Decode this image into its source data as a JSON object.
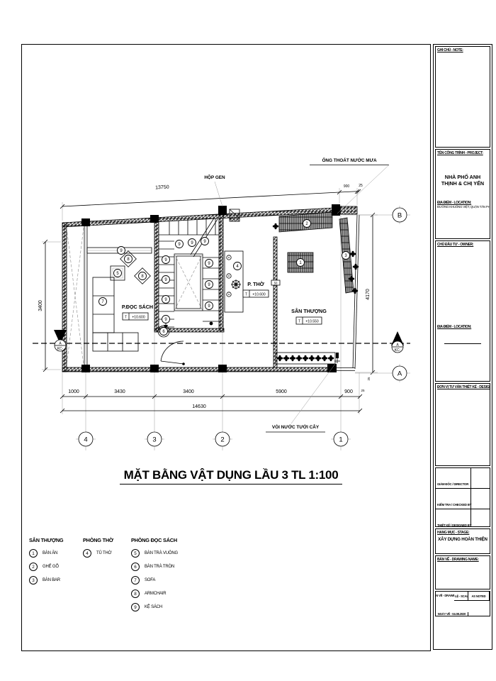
{
  "plan": {
    "title": "MẶT BẰNG VẬT DỤNG LẦU 3  TL 1:100",
    "rooms": {
      "reading": {
        "name": "P.ĐỌC SÁCH",
        "level_prefix": "T",
        "level": "+10.600"
      },
      "worship": {
        "name": "P. THỜ",
        "level_prefix": "T",
        "level": "+10.600"
      },
      "terrace": {
        "name": "SÂN THƯỢNG",
        "level_prefix": "T",
        "level": "+10.550"
      }
    },
    "annotations": {
      "hop_gen": "HỘP GEN",
      "ong_thoat": "ỐNG THOÁT NƯỚC MƯA",
      "voi_nuoc": "VÒI NƯỚC TƯỚI CÂY",
      "wall_dim": "50"
    },
    "dims": {
      "top_total": "13750",
      "top_900": "900",
      "top_25": "25",
      "left_3400": "3400",
      "right_4170": "4170",
      "right_25": "25",
      "b1": "1000",
      "b2": "3430",
      "b3": "3400",
      "b4": "5900",
      "b5": "900",
      "b6": "25",
      "total": "14630"
    },
    "grid": {
      "g4": "4",
      "g3": "3",
      "g2": "2",
      "g1": "1",
      "gb": "B",
      "ga": "A"
    },
    "section": {
      "letter": "A",
      "sub": "KC-"
    },
    "markers": [
      "9",
      "9",
      "9",
      "9",
      "9",
      "9",
      "9",
      "9",
      "9",
      "9",
      "9",
      "8",
      "8",
      "5",
      "7",
      "6",
      "4",
      "2",
      "1",
      "3"
    ]
  },
  "legend": {
    "columns": [
      {
        "title": "SÂN THƯỢNG",
        "items": [
          {
            "n": "1",
            "label": "BÀN ĂN"
          },
          {
            "n": "2",
            "label": "GHẾ GỖ"
          },
          {
            "n": "3",
            "label": "BÀN BAR"
          }
        ]
      },
      {
        "title": "PHÒNG THỜ",
        "items": [
          {
            "n": "4",
            "label": "TỦ THỜ"
          }
        ]
      },
      {
        "title": "PHÒNG ĐỌC SÁCH",
        "items": [
          {
            "n": "5",
            "label": "BÀN TRÀ VUÔNG"
          },
          {
            "n": "6",
            "label": "BÀN TRÀ TRÒN"
          },
          {
            "n": "7",
            "label": "SOFA"
          },
          {
            "n": "8",
            "label": "ARMCHAIR"
          },
          {
            "n": "9",
            "label": "KỆ SÁCH"
          }
        ]
      }
    ]
  },
  "titleblock": {
    "note_header": "GHI CHÚ - NOTE:",
    "project_header": "TÊN CÔNG TRÌNH - PROJECT:",
    "project_name": "NHÀ PHỐ ANH THỊNH & CHỊ YẾN",
    "location_header": "ĐỊA ĐIỂM - LOCATION:",
    "location_value": "ĐƯỜNG KHUÔNG VIỆT, QUẬN TÂN PHÚ",
    "owner_header": "CHỦ ĐẦU TƯ - OWNER:",
    "owner_location_header": "ĐỊA ĐIỂM - LOCATION:",
    "design_header": "ĐƠN VỊ TƯ VẤN THIẾT KẾ - DESIGN:",
    "rows": [
      {
        "label": "GIÁM ĐỐC / DIRECTOR"
      },
      {
        "label": "KIỂM TRA / CHECKED BY"
      },
      {
        "label": "THIẾT KẾ / DESIGNED BY"
      }
    ],
    "stage_header": "HẠNG MỤC - STAGE:",
    "stage_value": "XÂY DỰNG HOÀN THIỆN",
    "drawing_header": "BẢN VẼ - DRAWING NAME:",
    "scale_label": "TỈ LỆ - SCALE",
    "scale_value": "AS NOTED",
    "drawing_no_label": "SỐ BẢN VẼ - DRAWING NO",
    "date_label": "NGÀY VẼ - 04.08.2020"
  }
}
